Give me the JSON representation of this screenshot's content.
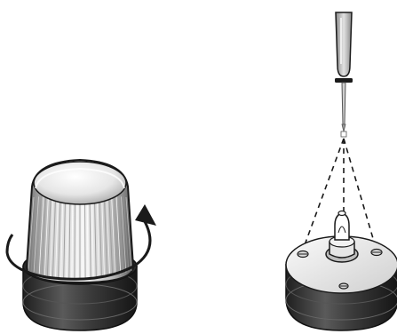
{
  "figure": {
    "left_panel": {
      "subject": "beacon-lens",
      "action": "rotate-counterclockwise-to-remove",
      "arrow_icon": "curved-rotate-arrow-icon"
    },
    "right_panel": {
      "subject": "beacon-base-with-bulb",
      "tool_icon": "screwdriver-icon",
      "screw_count": 3,
      "line_style": "dashed"
    },
    "colors": {
      "outline": "#1a1a1a",
      "base_dark": "#2b2b2b",
      "base_mid": "#4a4a4a",
      "lens_light": "#e8e8e8",
      "lens_ribs": "#9a9a9a",
      "tool_gray": "#b5b5b5"
    }
  }
}
